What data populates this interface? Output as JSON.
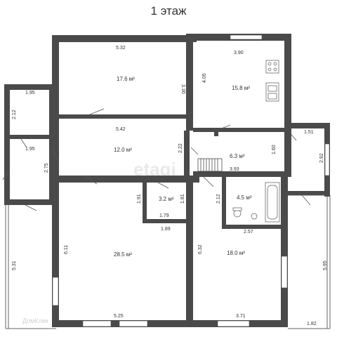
{
  "title": "1 этаж",
  "watermark": "etagi",
  "logo": "ДомКлик",
  "rooms": [
    {
      "id": "living-nw",
      "area": "17.6 м²"
    },
    {
      "id": "kitchen",
      "area": "15.8 м²"
    },
    {
      "id": "hall",
      "area": "12.0 м²"
    },
    {
      "id": "stair-hall",
      "area": "6.3 м²"
    },
    {
      "id": "storage",
      "area": "3.2 м²"
    },
    {
      "id": "bathroom",
      "area": "4.5 м²"
    },
    {
      "id": "living-sw",
      "area": "28.5 м²"
    },
    {
      "id": "bedroom-se",
      "area": "18.0 м²"
    }
  ],
  "dimensions": {
    "d532": "5.32",
    "d330": "3.30",
    "d390": "3.90",
    "d405": "4.05",
    "d195a": "1.95",
    "d212a": "2.12",
    "d195b": "1.95",
    "d275": "2.75",
    "d542": "5.42",
    "d222": "2.22",
    "d151": "1.51",
    "d292": "2.92",
    "d160": "1.60",
    "d393": "3.93",
    "d191": "1.91",
    "d181": "1.81",
    "d179": "1.79",
    "d189": "1.89",
    "d212b": "2.12",
    "d257": "2.57",
    "d611": "6.11",
    "d632": "6.32",
    "d531": "5.31",
    "d595": "5.95",
    "d525": "5.25",
    "d371": "3.71",
    "d182": "1.82"
  },
  "colors": {
    "wall": "#4a4a4a",
    "window": "#ffffff",
    "line": "#555555"
  }
}
